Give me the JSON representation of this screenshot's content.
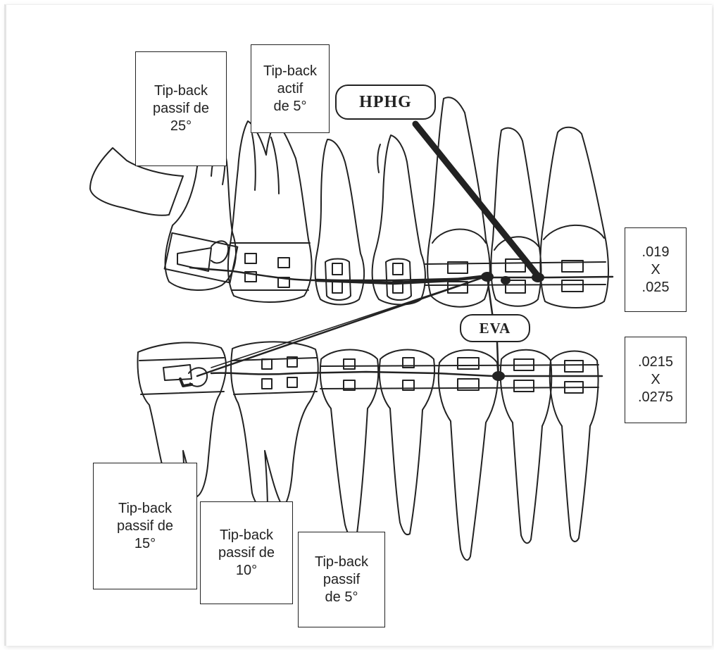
{
  "labels": {
    "upper_molar": {
      "lines": [
        "Tip-back",
        "passif de",
        "25°"
      ]
    },
    "upper_premolar": {
      "lines": [
        "Tip-back",
        "actif",
        "de 5°"
      ]
    },
    "lower_molar2": {
      "lines": [
        "Tip-back",
        "passif de",
        "15°"
      ]
    },
    "lower_molar1": {
      "lines": [
        "Tip-back",
        "passif de",
        "10°"
      ]
    },
    "lower_premolar": {
      "lines": [
        "Tip-back",
        "passif",
        "de 5°"
      ]
    },
    "upper_wire": {
      "lines": [
        ".019",
        "X",
        ".025"
      ]
    },
    "lower_wire": {
      "lines": [
        ".0215",
        "X",
        ".0275"
      ]
    }
  },
  "pills": {
    "hphg": "HPHG",
    "eva": "EVA"
  }
}
